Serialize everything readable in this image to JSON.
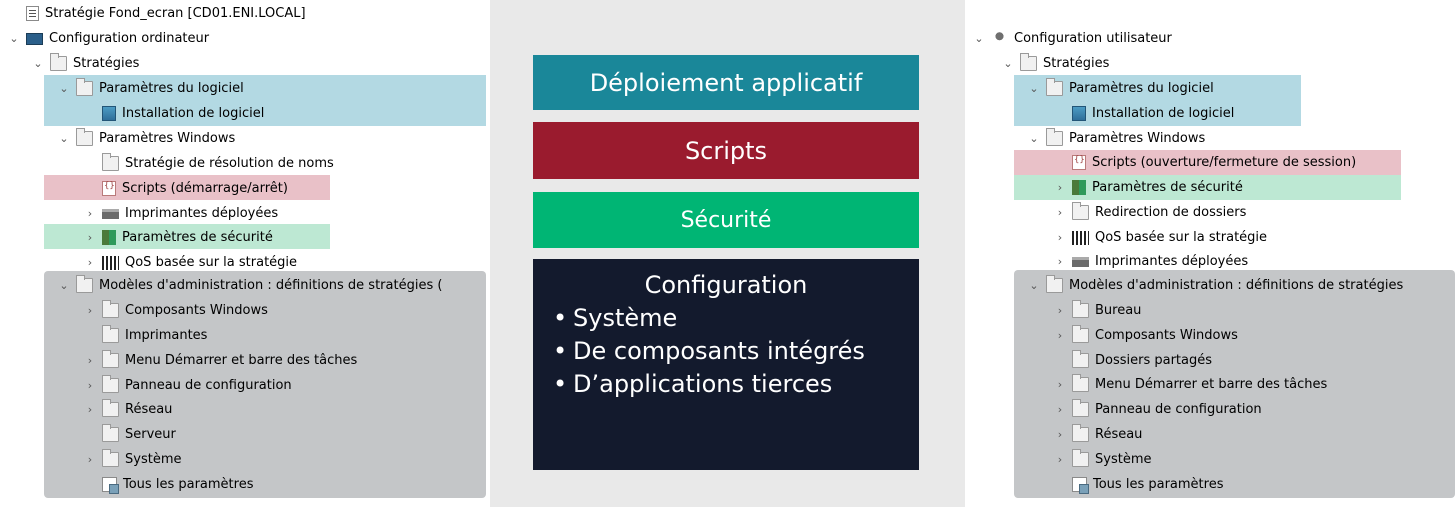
{
  "left_tree": {
    "rows": [
      {
        "label": "Stratégie Fond_ecran [CD01.ENI.LOCAL]",
        "icon": "policy-doc-icon",
        "chevron": "none"
      },
      {
        "label": "Configuration ordinateur",
        "icon": "computer-icon",
        "chevron": "expanded"
      },
      {
        "label": "Stratégies",
        "icon": "folder-icon",
        "chevron": "expanded"
      },
      {
        "label": "Paramètres du logiciel",
        "icon": "folder-icon",
        "chevron": "expanded"
      },
      {
        "label": "Installation de logiciel",
        "icon": "software-install-icon",
        "chevron": "none"
      },
      {
        "label": "Paramètres Windows",
        "icon": "folder-icon",
        "chevron": "expanded"
      },
      {
        "label": "Stratégie de résolution de noms",
        "icon": "folder-icon",
        "chevron": "none"
      },
      {
        "label": "Scripts (démarrage/arrêt)",
        "icon": "script-icon",
        "chevron": "none"
      },
      {
        "label": "Imprimantes déployées",
        "icon": "printer-icon",
        "chevron": "collapsed"
      },
      {
        "label": "Paramètres de sécurité",
        "icon": "security-icon",
        "chevron": "collapsed"
      },
      {
        "label": "QoS basée sur la stratégie",
        "icon": "qos-icon",
        "chevron": "collapsed"
      },
      {
        "label": "Modèles d'administration : définitions de stratégies (",
        "icon": "folder-icon",
        "chevron": "expanded"
      },
      {
        "label": "Composants Windows",
        "icon": "folder-icon",
        "chevron": "collapsed"
      },
      {
        "label": "Imprimantes",
        "icon": "folder-icon",
        "chevron": "none"
      },
      {
        "label": "Menu Démarrer et barre des tâches",
        "icon": "folder-icon",
        "chevron": "collapsed"
      },
      {
        "label": "Panneau de configuration",
        "icon": "folder-icon",
        "chevron": "collapsed"
      },
      {
        "label": "Réseau",
        "icon": "folder-icon",
        "chevron": "collapsed"
      },
      {
        "label": "Serveur",
        "icon": "folder-icon",
        "chevron": "none"
      },
      {
        "label": "Système",
        "icon": "folder-icon",
        "chevron": "collapsed"
      },
      {
        "label": "Tous les paramètres",
        "icon": "all-settings-icon",
        "chevron": "none"
      }
    ]
  },
  "right_tree": {
    "rows": [
      {
        "label": "Configuration utilisateur",
        "icon": "user-icon",
        "chevron": "expanded"
      },
      {
        "label": "Stratégies",
        "icon": "folder-icon",
        "chevron": "expanded"
      },
      {
        "label": "Paramètres du logiciel",
        "icon": "folder-icon",
        "chevron": "expanded"
      },
      {
        "label": "Installation de logiciel",
        "icon": "software-install-icon",
        "chevron": "none"
      },
      {
        "label": "Paramètres Windows",
        "icon": "folder-icon",
        "chevron": "expanded"
      },
      {
        "label": "Scripts (ouverture/fermeture de session)",
        "icon": "script-icon",
        "chevron": "none"
      },
      {
        "label": "Paramètres de sécurité",
        "icon": "security-icon",
        "chevron": "collapsed"
      },
      {
        "label": "Redirection de dossiers",
        "icon": "folder-icon",
        "chevron": "collapsed"
      },
      {
        "label": "QoS basée sur la stratégie",
        "icon": "qos-icon",
        "chevron": "collapsed"
      },
      {
        "label": "Imprimantes déployées",
        "icon": "printer-icon",
        "chevron": "collapsed"
      },
      {
        "label": "Modèles d'administration : définitions de stratégies",
        "icon": "folder-icon",
        "chevron": "expanded"
      },
      {
        "label": "Bureau",
        "icon": "folder-icon",
        "chevron": "collapsed"
      },
      {
        "label": "Composants Windows",
        "icon": "folder-icon",
        "chevron": "collapsed"
      },
      {
        "label": "Dossiers partagés",
        "icon": "folder-icon",
        "chevron": "none"
      },
      {
        "label": "Menu Démarrer et barre des tâches",
        "icon": "folder-icon",
        "chevron": "collapsed"
      },
      {
        "label": "Panneau de configuration",
        "icon": "folder-icon",
        "chevron": "collapsed"
      },
      {
        "label": "Réseau",
        "icon": "folder-icon",
        "chevron": "collapsed"
      },
      {
        "label": "Système",
        "icon": "folder-icon",
        "chevron": "collapsed"
      },
      {
        "label": "Tous les paramètres",
        "icon": "all-settings-icon",
        "chevron": "none"
      }
    ]
  },
  "legend": {
    "deploy": "Déploiement applicatif",
    "scripts": "Scripts",
    "security": "Sécurité",
    "config_title": "Configuration",
    "config_items": [
      "Système",
      "De composants intégrés",
      "D’applications tierces"
    ]
  },
  "colors": {
    "deploy": "#1a8799",
    "scripts": "#9a1b2e",
    "security": "#00b574",
    "config": "#131a2d",
    "highlight_blue": "#b3d9e3",
    "highlight_red": "#e9c1c8",
    "highlight_green": "#bde8d3",
    "highlight_gray": "#c4c6c8"
  }
}
